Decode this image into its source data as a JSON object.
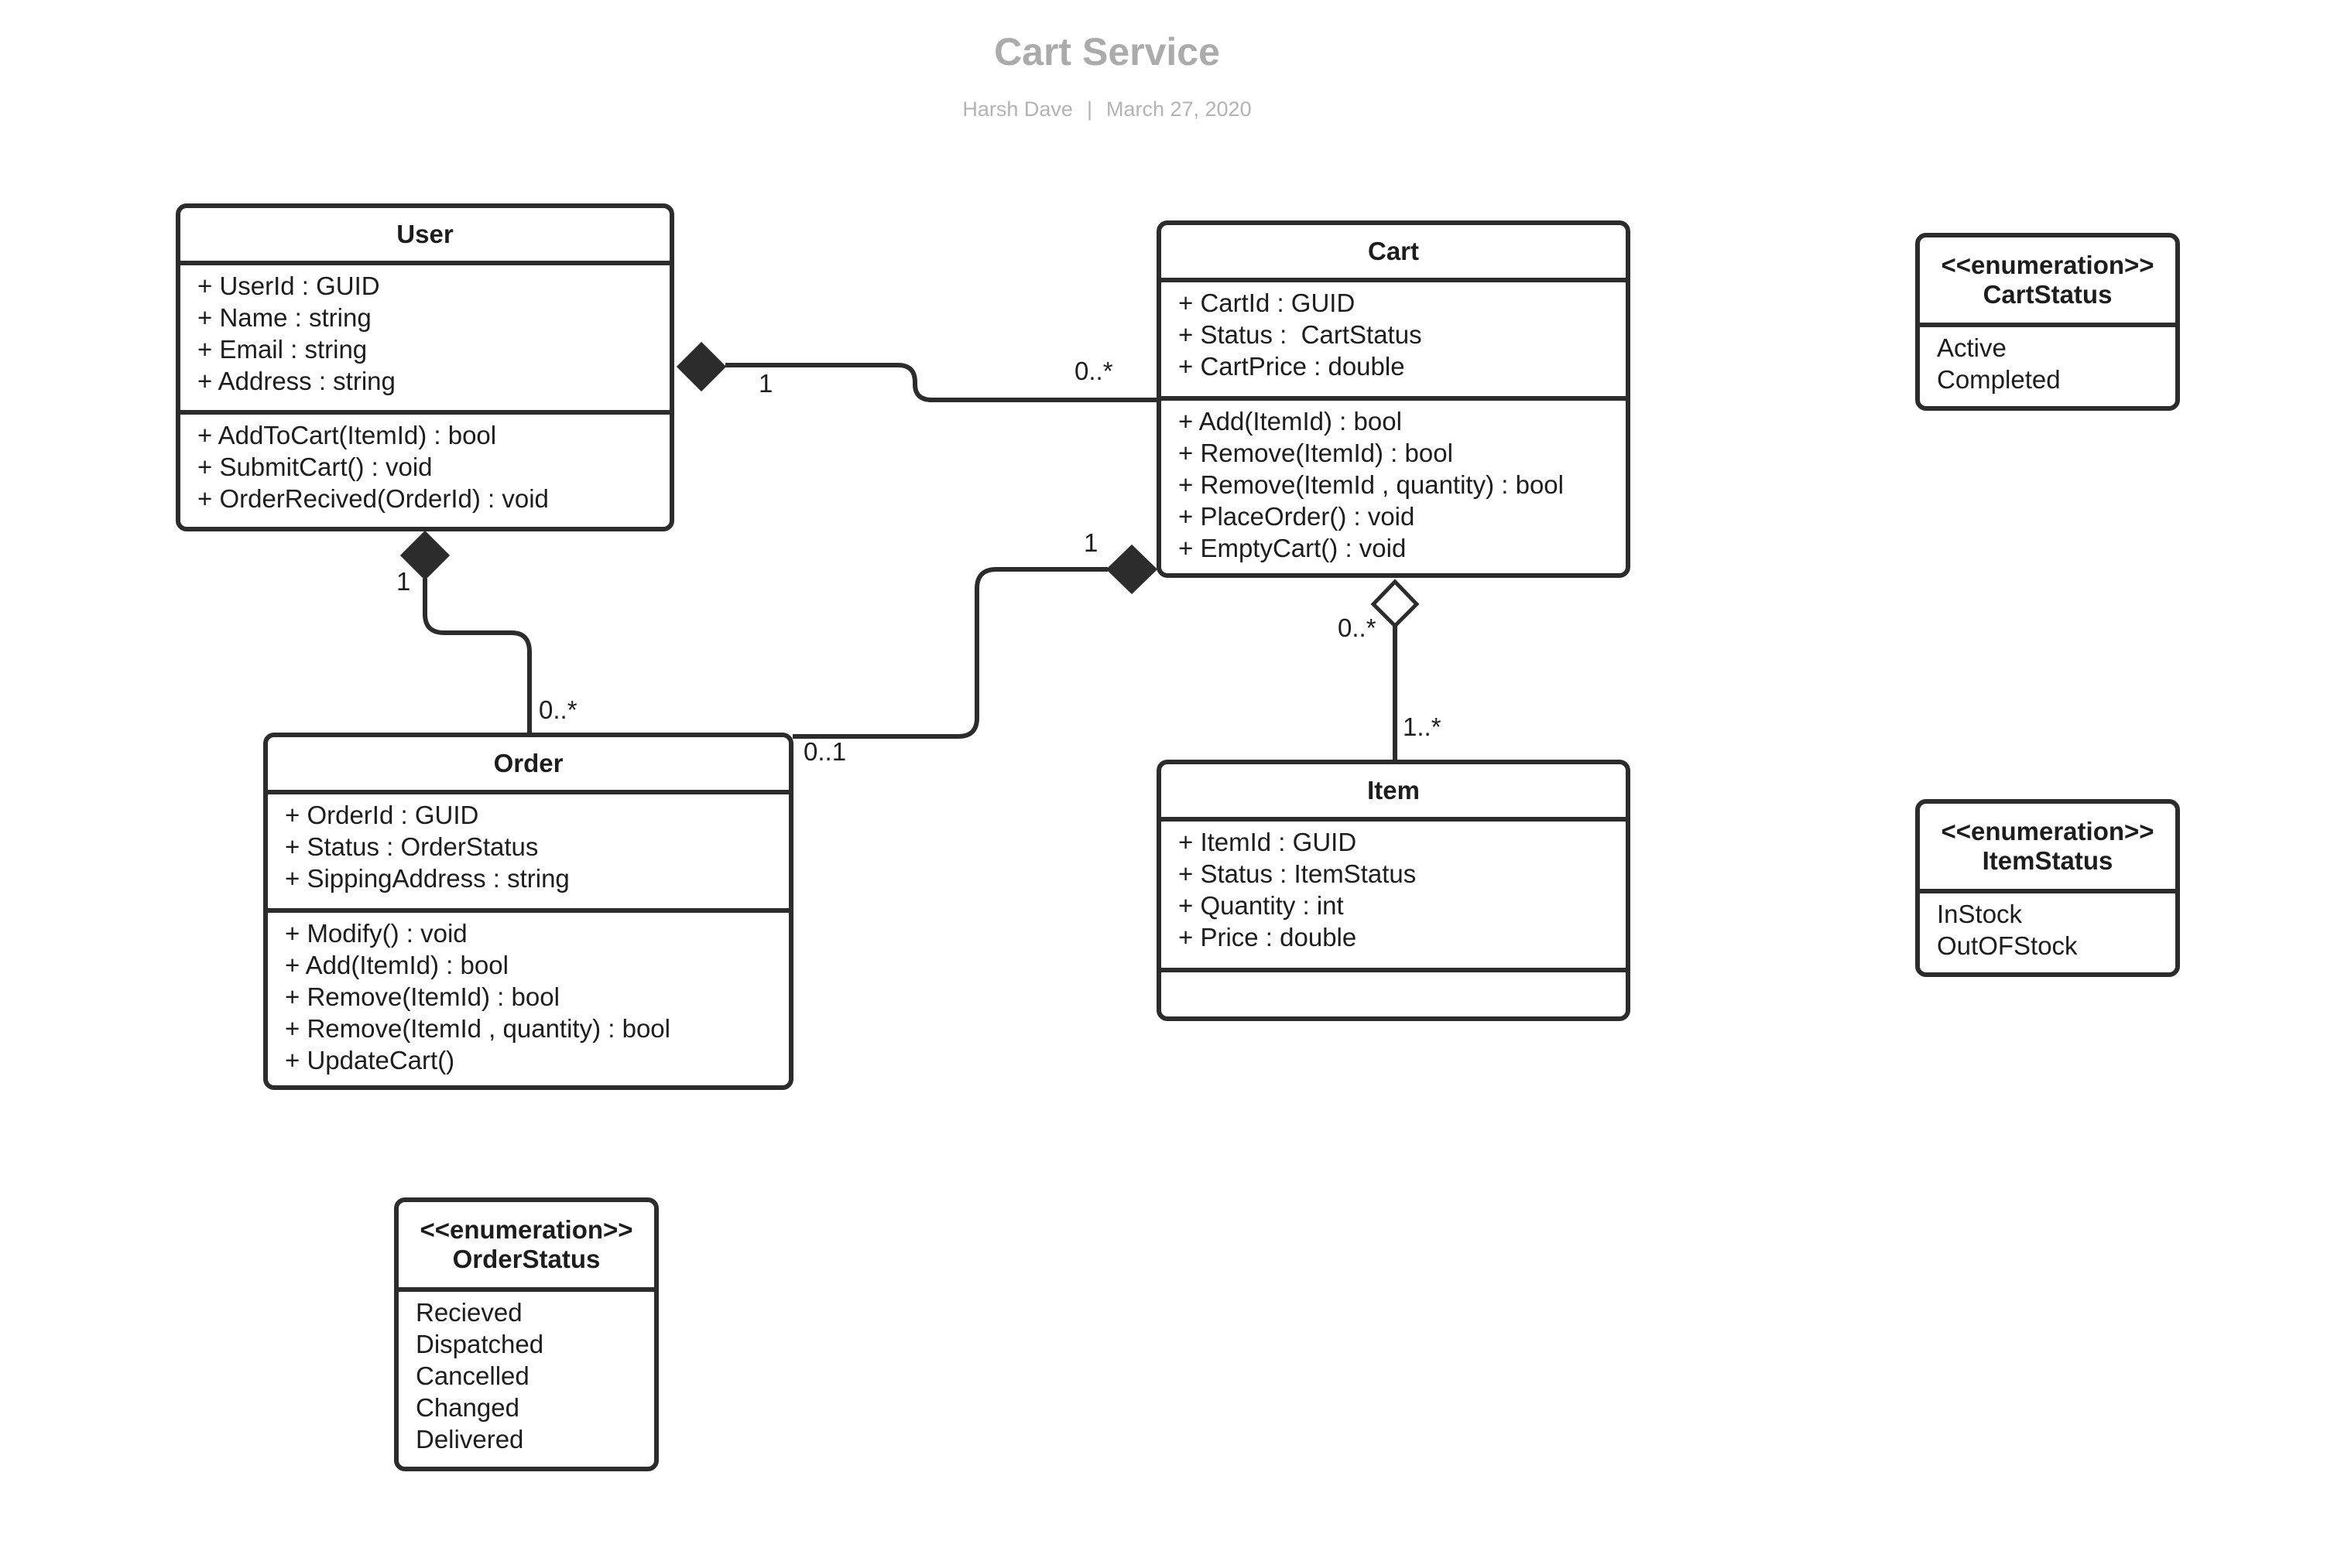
{
  "header": {
    "title": "Cart Service",
    "author": "Harsh Dave",
    "separator": "|",
    "date": "March 27, 2020"
  },
  "classes": {
    "user": {
      "name": "User",
      "attributes": [
        "+ UserId : GUID",
        "+ Name : string",
        "+ Email : string",
        "+ Address : string"
      ],
      "operations": [
        "+ AddToCart(ItemId) : bool",
        "+ SubmitCart() : void",
        "+ OrderRecived(OrderId) : void"
      ]
    },
    "cart": {
      "name": "Cart",
      "attributes": [
        "+ CartId : GUID",
        "+ Status :  CartStatus",
        "+ CartPrice : double"
      ],
      "operations": [
        "+ Add(ItemId) : bool",
        "+ Remove(ItemId) : bool",
        "+ Remove(ItemId , quantity) : bool",
        "+ PlaceOrder() : void",
        "+ EmptyCart() : void"
      ]
    },
    "order": {
      "name": "Order",
      "attributes": [
        "+ OrderId : GUID",
        "+ Status : OrderStatus",
        "+ SippingAddress : string"
      ],
      "operations": [
        "+ Modify() : void",
        "+ Add(ItemId) : bool",
        "+ Remove(ItemId) : bool",
        "+ Remove(ItemId , quantity) : bool",
        "+ UpdateCart()"
      ]
    },
    "item": {
      "name": "Item",
      "attributes": [
        "+ ItemId : GUID",
        "+ Status : ItemStatus",
        "+ Quantity : int",
        "+ Price : double"
      ],
      "operations": []
    }
  },
  "enumerations": {
    "cart_status": {
      "stereotype": "<<enumeration>>",
      "name": "CartStatus",
      "values": [
        "Active",
        "Completed"
      ]
    },
    "item_status": {
      "stereotype": "<<enumeration>>",
      "name": "ItemStatus",
      "values": [
        "InStock",
        "OutOFStock"
      ]
    },
    "order_status": {
      "stereotype": "<<enumeration>>",
      "name": "OrderStatus",
      "values": [
        "Recieved",
        "Dispatched",
        "Cancelled",
        "Changed",
        "Delivered"
      ]
    }
  },
  "relationships": [
    {
      "id": "user-cart",
      "type": "composition",
      "from": "User",
      "to": "Cart",
      "from_mult": "1",
      "to_mult": "0..*"
    },
    {
      "id": "user-order",
      "type": "composition",
      "from": "User",
      "to": "Order",
      "from_mult": "1",
      "to_mult": "0..*"
    },
    {
      "id": "cart-order",
      "type": "composition",
      "from": "Cart",
      "to": "Order",
      "from_mult": "1",
      "to_mult": "0..1"
    },
    {
      "id": "cart-item",
      "type": "aggregation",
      "from": "Cart",
      "to": "Item",
      "from_mult": "0..*",
      "to_mult": "1..*"
    }
  ],
  "colors": {
    "line": "#2c2c2c",
    "title": "#ababab",
    "subtitle": "#b3b3b3"
  }
}
